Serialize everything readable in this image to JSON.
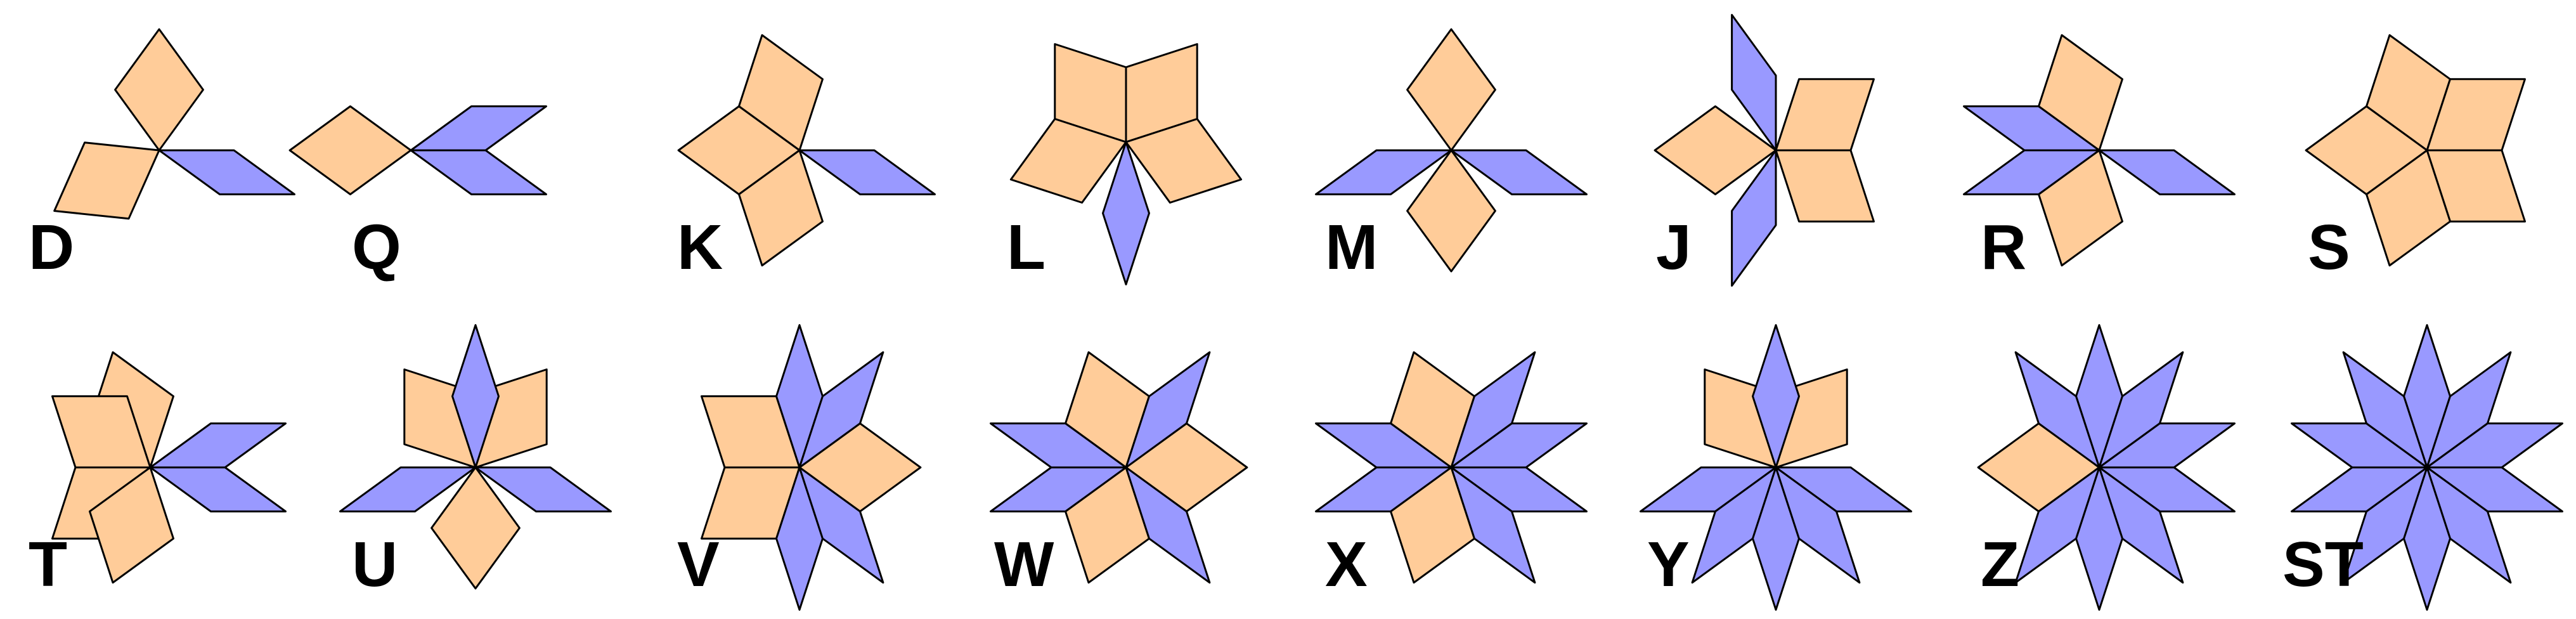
{
  "colors": {
    "background": "#ffffff",
    "wide_rhomb": "#ffcc99",
    "thin_rhomb": "#9999ff",
    "stroke": "#000000",
    "label": "#000000"
  },
  "figures": [
    {
      "id": "D",
      "label": "D",
      "tiles": [
        {
          "kind": "wide",
          "angle": 90
        },
        {
          "kind": "wide",
          "angle": 210
        },
        {
          "kind": "thin",
          "angle": -18
        }
      ]
    },
    {
      "id": "Q",
      "label": "Q",
      "tiles": [
        {
          "kind": "wide",
          "angle": 180
        },
        {
          "kind": "thin",
          "angle": 18
        },
        {
          "kind": "thin",
          "angle": -18
        }
      ]
    },
    {
      "id": "K",
      "label": "K",
      "tiles": [
        {
          "kind": "wide",
          "angle": 108
        },
        {
          "kind": "wide",
          "angle": 180
        },
        {
          "kind": "wide",
          "angle": 252
        },
        {
          "kind": "thin",
          "angle": -18
        }
      ]
    },
    {
      "id": "L",
      "label": "L",
      "tiles": [
        {
          "kind": "wide",
          "angle": 54
        },
        {
          "kind": "wide",
          "angle": 126
        },
        {
          "kind": "wide",
          "angle": 198
        },
        {
          "kind": "wide",
          "angle": 342
        },
        {
          "kind": "thin",
          "angle": 270
        }
      ]
    },
    {
      "id": "M",
      "label": "M",
      "tiles": [
        {
          "kind": "wide",
          "angle": 90
        },
        {
          "kind": "wide",
          "angle": 270
        },
        {
          "kind": "thin",
          "angle": -18
        },
        {
          "kind": "thin",
          "angle": 198
        }
      ]
    },
    {
      "id": "J",
      "label": "J",
      "tiles": [
        {
          "kind": "wide",
          "angle": 36
        },
        {
          "kind": "wide",
          "angle": -36
        },
        {
          "kind": "wide",
          "angle": 180
        },
        {
          "kind": "thin",
          "angle": 108
        },
        {
          "kind": "thin",
          "angle": 252
        }
      ]
    },
    {
      "id": "R",
      "label": "R",
      "tiles": [
        {
          "kind": "wide",
          "angle": 108
        },
        {
          "kind": "wide",
          "angle": 252
        },
        {
          "kind": "thin",
          "angle": -18
        },
        {
          "kind": "thin",
          "angle": 162
        },
        {
          "kind": "thin",
          "angle": 198
        }
      ]
    },
    {
      "id": "S",
      "label": "S",
      "tiles": [
        {
          "kind": "wide",
          "angle": 108
        },
        {
          "kind": "wide",
          "angle": 36
        },
        {
          "kind": "wide",
          "angle": -36
        },
        {
          "kind": "wide",
          "angle": 252
        },
        {
          "kind": "wide",
          "angle": 180
        }
      ]
    },
    {
      "id": "T",
      "label": "T",
      "tiles": [
        {
          "kind": "wide",
          "angle": 108
        },
        {
          "kind": "wide",
          "angle": 144
        },
        {
          "kind": "wide",
          "angle": 216
        },
        {
          "kind": "wide",
          "angle": 252
        },
        {
          "kind": "thin",
          "angle": 18
        },
        {
          "kind": "thin",
          "angle": -18
        }
      ]
    },
    {
      "id": "U",
      "label": "U",
      "tiles": [
        {
          "kind": "wide",
          "angle": 126
        },
        {
          "kind": "wide",
          "angle": 54
        },
        {
          "kind": "wide",
          "angle": 270
        },
        {
          "kind": "thin",
          "angle": 90
        },
        {
          "kind": "thin",
          "angle": 198
        },
        {
          "kind": "thin",
          "angle": 342
        }
      ]
    },
    {
      "id": "V",
      "label": "V",
      "tiles": [
        {
          "kind": "wide",
          "angle": 144
        },
        {
          "kind": "wide",
          "angle": 216
        },
        {
          "kind": "wide",
          "angle": 0
        },
        {
          "kind": "thin",
          "angle": 90
        },
        {
          "kind": "thin",
          "angle": 54
        },
        {
          "kind": "thin",
          "angle": 270
        },
        {
          "kind": "thin",
          "angle": 306
        }
      ]
    },
    {
      "id": "W",
      "label": "W",
      "tiles": [
        {
          "kind": "wide",
          "angle": 108
        },
        {
          "kind": "wide",
          "angle": 0
        },
        {
          "kind": "wide",
          "angle": 252
        },
        {
          "kind": "thin",
          "angle": 162
        },
        {
          "kind": "thin",
          "angle": 198
        },
        {
          "kind": "thin",
          "angle": 54
        },
        {
          "kind": "thin",
          "angle": 306
        }
      ]
    },
    {
      "id": "X",
      "label": "X",
      "tiles": [
        {
          "kind": "wide",
          "angle": 108
        },
        {
          "kind": "wide",
          "angle": 252
        },
        {
          "kind": "thin",
          "angle": 162
        },
        {
          "kind": "thin",
          "angle": 198
        },
        {
          "kind": "thin",
          "angle": 54
        },
        {
          "kind": "thin",
          "angle": 18
        },
        {
          "kind": "thin",
          "angle": -18
        },
        {
          "kind": "thin",
          "angle": 306
        }
      ]
    },
    {
      "id": "Y",
      "label": "Y",
      "tiles": [
        {
          "kind": "wide",
          "angle": 126
        },
        {
          "kind": "wide",
          "angle": 54
        },
        {
          "kind": "thin",
          "angle": 90
        },
        {
          "kind": "thin",
          "angle": 198
        },
        {
          "kind": "thin",
          "angle": 342
        },
        {
          "kind": "thin",
          "angle": 234
        },
        {
          "kind": "thin",
          "angle": 270
        },
        {
          "kind": "thin",
          "angle": 306
        }
      ]
    },
    {
      "id": "Z",
      "label": "Z",
      "tiles": [
        {
          "kind": "wide",
          "angle": 180
        },
        {
          "kind": "thin",
          "angle": 90
        },
        {
          "kind": "thin",
          "angle": 54
        },
        {
          "kind": "thin",
          "angle": 18
        },
        {
          "kind": "thin",
          "angle": -18
        },
        {
          "kind": "thin",
          "angle": 306
        },
        {
          "kind": "thin",
          "angle": 270
        },
        {
          "kind": "thin",
          "angle": 234
        },
        {
          "kind": "thin",
          "angle": 126
        }
      ]
    },
    {
      "id": "ST",
      "label": "ST",
      "tiles": [
        {
          "kind": "thin",
          "angle": 90
        },
        {
          "kind": "thin",
          "angle": 54
        },
        {
          "kind": "thin",
          "angle": 18
        },
        {
          "kind": "thin",
          "angle": -18
        },
        {
          "kind": "thin",
          "angle": 306
        },
        {
          "kind": "thin",
          "angle": 270
        },
        {
          "kind": "thin",
          "angle": 234
        },
        {
          "kind": "thin",
          "angle": 198
        },
        {
          "kind": "thin",
          "angle": 162
        },
        {
          "kind": "thin",
          "angle": 126
        }
      ]
    }
  ]
}
